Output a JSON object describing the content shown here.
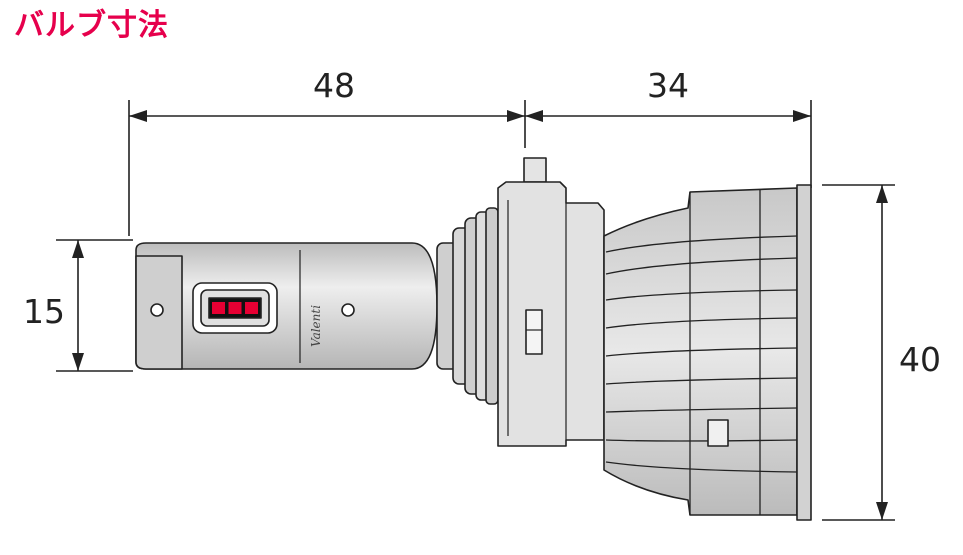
{
  "title": "バルブ寸法",
  "brand": "Valenti",
  "dimensions": {
    "length_front": "48",
    "length_rear": "34",
    "bulb_height": "15",
    "heatsink_height": "40"
  },
  "colors": {
    "title": "#e6004c",
    "line": "#222222",
    "body_fill": "#d9d9d9",
    "led_chip": "#e60033"
  }
}
